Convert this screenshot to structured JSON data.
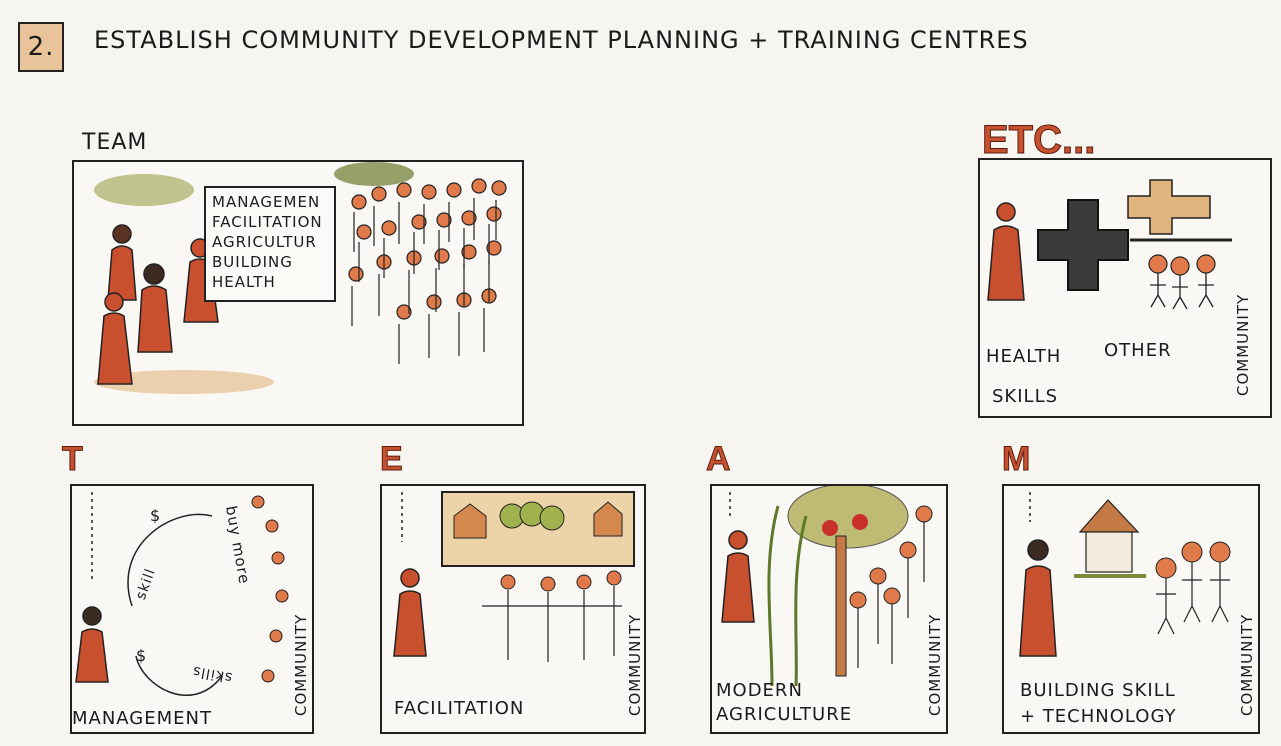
{
  "header": {
    "number": "2.",
    "title": "ESTABLISH COMMUNITY DEVELOPMENT PLANNING + TRAINING CENTRES"
  },
  "team_panel": {
    "label": "TEAM",
    "board_lines": [
      "MANAGEMEN",
      "FACILITATION",
      "AGRICULTUR",
      "BUILDING",
      "HEALTH"
    ]
  },
  "etc_panel": {
    "label": "ETC...",
    "health": "HEALTH",
    "other": "OTHER",
    "skills": "SKILLS",
    "community": "COMMUNITY"
  },
  "panels": [
    {
      "letter": "T",
      "caption": "MANAGEMENT",
      "community": "COMMUNITY",
      "cycle": [
        "skill",
        "$",
        "buy more",
        "skills",
        "$"
      ]
    },
    {
      "letter": "E",
      "caption": "FACILITATION",
      "community": "COMMUNITY"
    },
    {
      "letter": "A",
      "caption": "MODERN",
      "caption2": "AGRICULTURE",
      "community": "COMMUNITY"
    },
    {
      "letter": "M",
      "caption": "BUILDING SKILL",
      "caption2": "+ TECHNOLOGY",
      "community": "COMMUNITY"
    }
  ],
  "colors": {
    "figure": "#c9502f",
    "paper": "#f7f5ef",
    "ink": "#1b1b1b",
    "tan": "#e9c49a",
    "leaf": "#7c8b3a"
  }
}
